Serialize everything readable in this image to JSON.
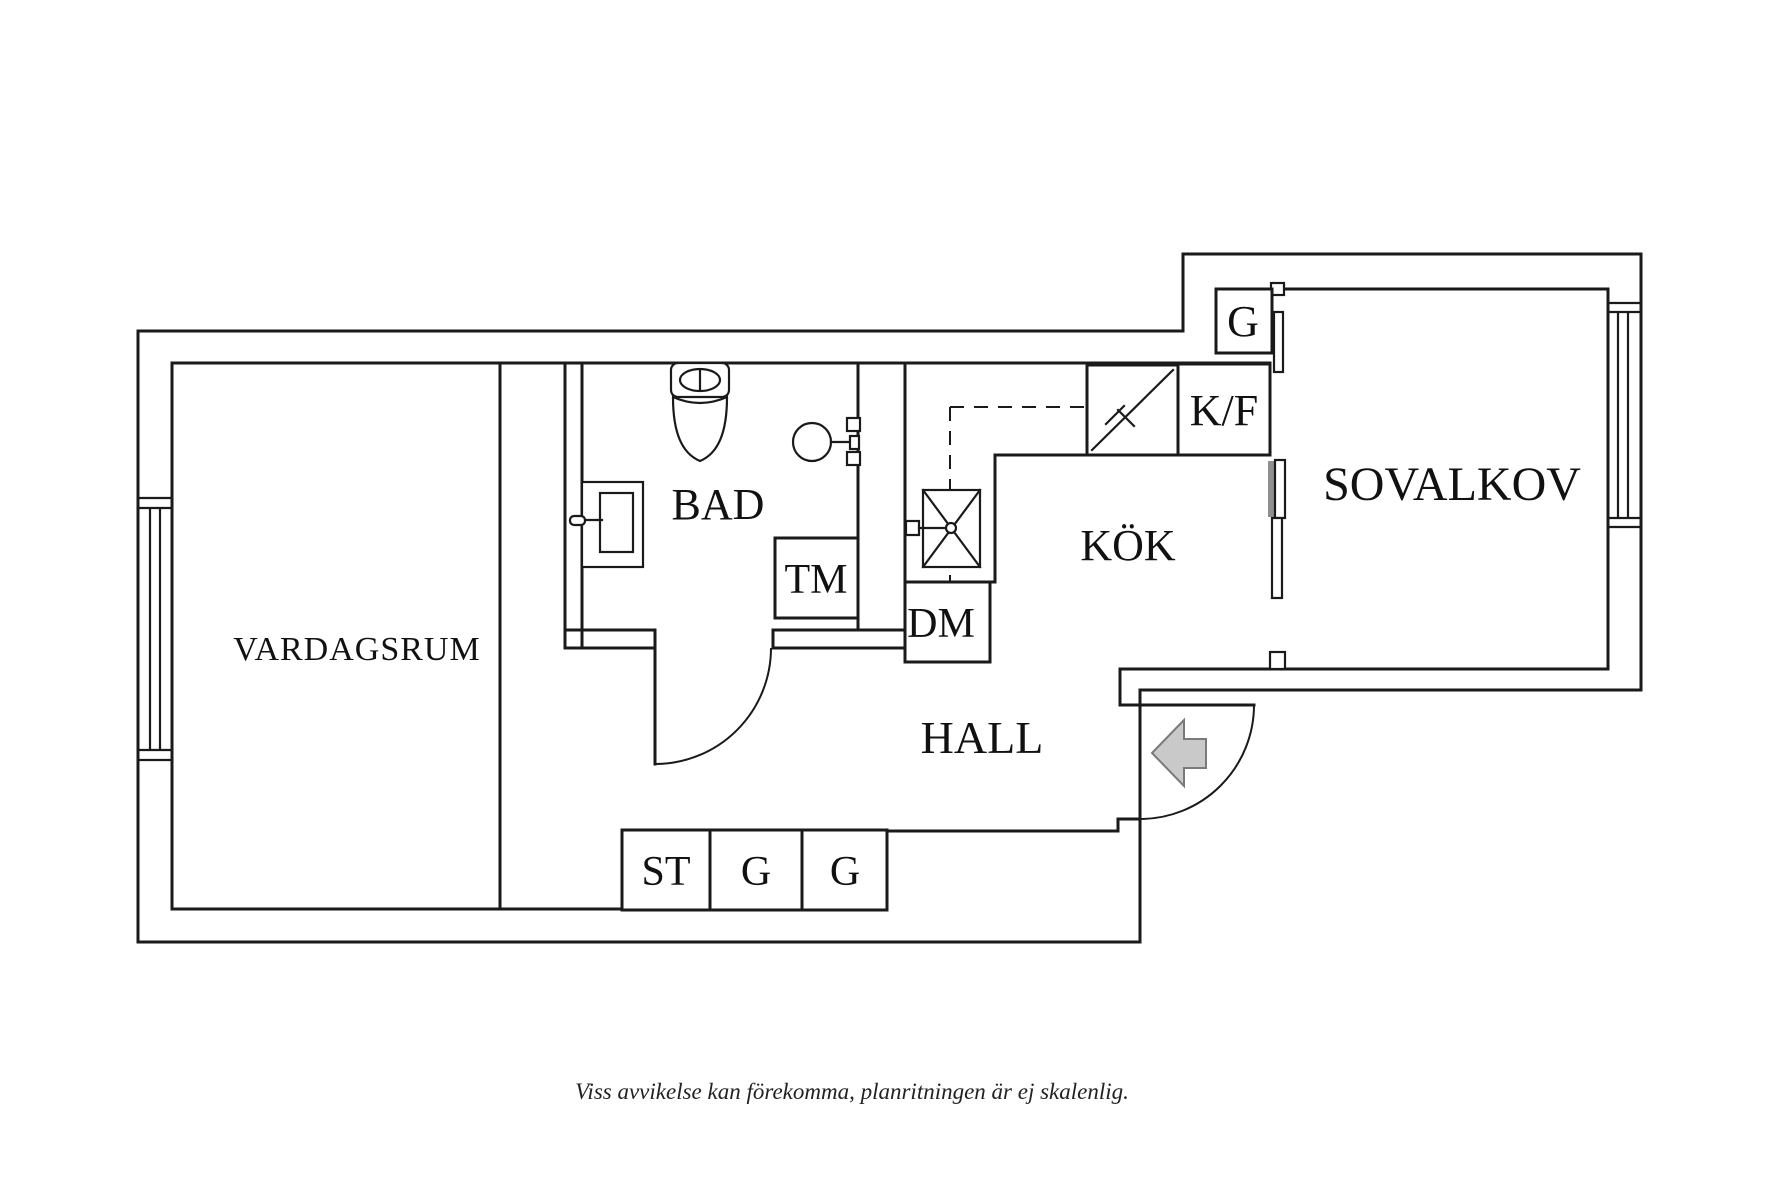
{
  "floorplan": {
    "rooms": {
      "vardagsrum": "VARDAGSRUM",
      "bad": "BAD",
      "kok": "KÖK",
      "hall": "HALL",
      "sovalkov": "SOVALKOV"
    },
    "units": {
      "tm": "TM",
      "dm": "DM",
      "kf": "K/F",
      "g_top": "G",
      "st": "ST",
      "g1": "G",
      "g2": "G"
    },
    "footer": "Viss avvikelse kan förekomma, planritningen är ej skalenlig.",
    "colors": {
      "line": "#1a1a1a",
      "arrow_fill": "#c9c9c9",
      "arrow_stroke": "#7a7a7a",
      "background": "#ffffff"
    },
    "icons": [
      "toilet-icon",
      "washbasin-icon",
      "sink-cabinet-icon",
      "kitchen-sink-icon",
      "stove-icon",
      "window-icon",
      "door-swing-icon",
      "sliding-door-icon",
      "entry-arrow-icon"
    ]
  }
}
